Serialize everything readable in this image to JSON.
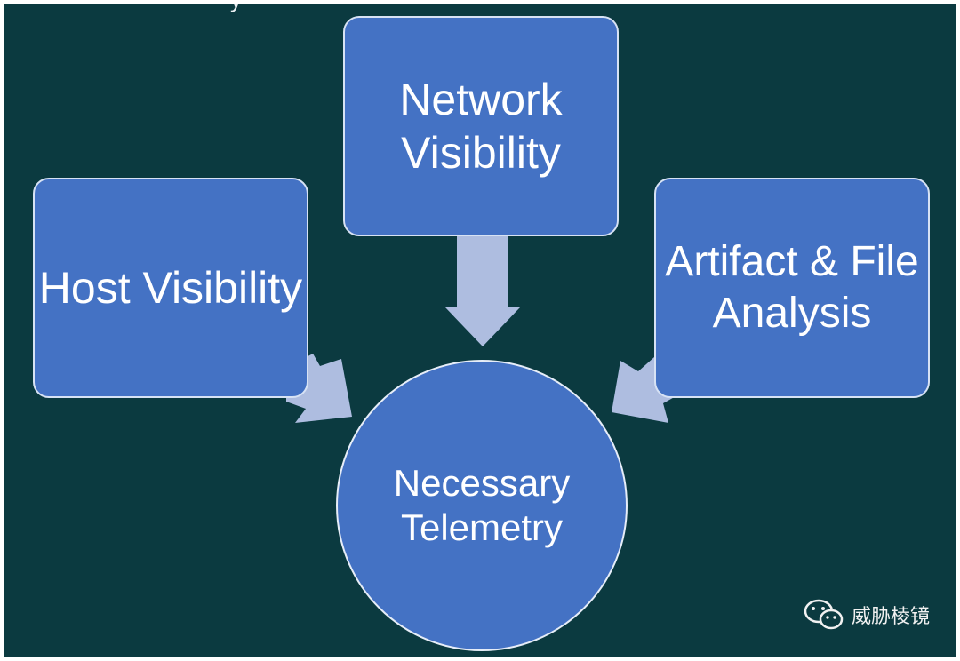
{
  "colors": {
    "background": "#0b3a40",
    "node_fill": "#4472c4",
    "arrow_fill": "#aebde0"
  },
  "top_cut_text": "y",
  "nodes": {
    "network": "Network Visibility",
    "host": "Host Visibility",
    "artifact": "Artifact & File Analysis",
    "telemetry": "Necessary Telemetry"
  },
  "watermark": {
    "icon": "wechat-icon",
    "text": "威胁棱镜"
  }
}
